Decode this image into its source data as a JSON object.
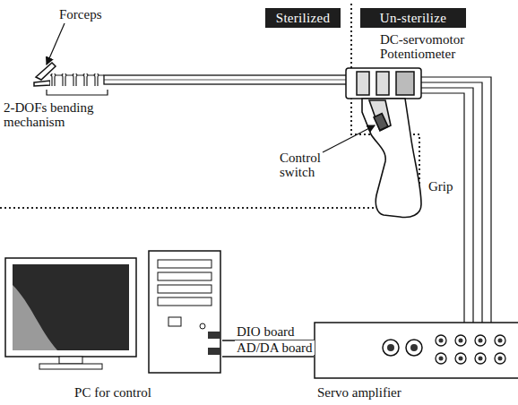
{
  "diagram": {
    "nodes": [
      {
        "text": [
          "Sterilized"
        ]
      },
      {
        "text": [
          "Un-sterilize"
        ]
      },
      {
        "text": [
          "PC for control"
        ]
      },
      {
        "text": [
          "Servo amplifier"
        ]
      }
    ],
    "edges": [
      {
        "from": 2,
        "to": 3,
        "arrow": "none",
        "label": "DIO board"
      },
      {
        "from": 2,
        "to": 3,
        "arrow": "none",
        "label": "AD/DA board"
      }
    ],
    "labels": [
      "Forceps",
      "2-DOFs bending mechanism",
      "DC-servomotor Potentiometer",
      "Control switch",
      "Grip"
    ]
  }
}
